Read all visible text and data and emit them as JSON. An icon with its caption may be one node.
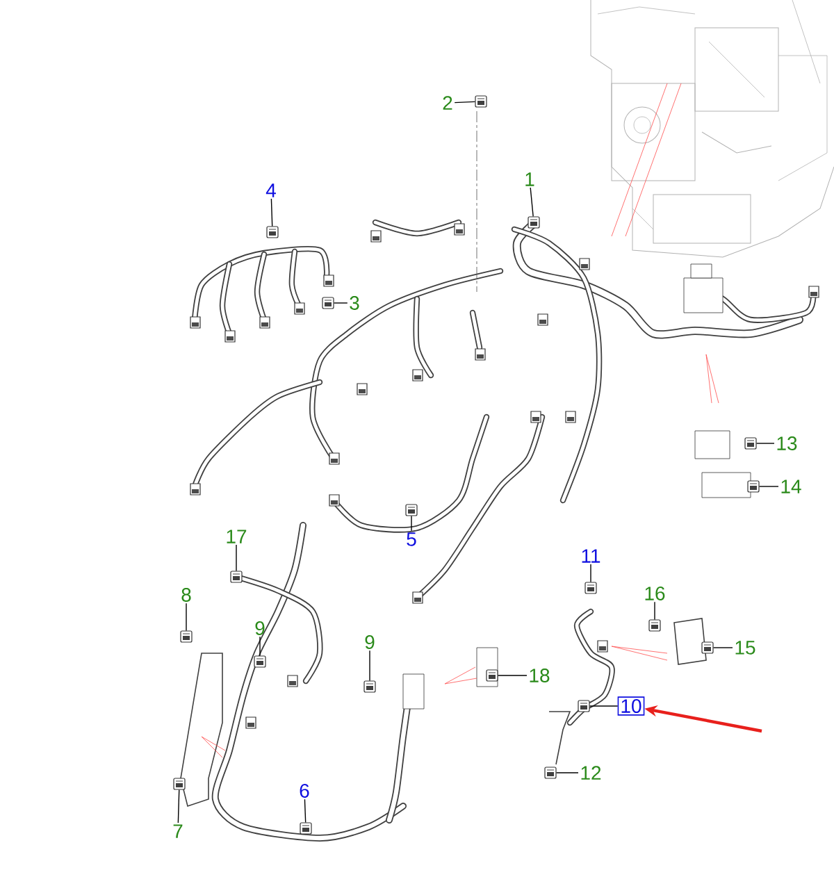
{
  "diagram": {
    "nodes": [
      {
        "text": [
          "2"
        ]
      },
      {
        "text": [
          "1"
        ]
      },
      {
        "text": [
          "4"
        ]
      },
      {
        "text": [
          "3"
        ]
      },
      {
        "text": [
          "13"
        ]
      },
      {
        "text": [
          "14"
        ]
      },
      {
        "text": [
          "17"
        ]
      },
      {
        "text": [
          "5"
        ]
      },
      {
        "text": [
          "11"
        ]
      },
      {
        "text": [
          "8"
        ]
      },
      {
        "text": [
          "16"
        ]
      },
      {
        "text": [
          "9"
        ]
      },
      {
        "text": [
          "9"
        ]
      },
      {
        "text": [
          "15"
        ]
      },
      {
        "text": [
          "18"
        ]
      },
      {
        "text": [
          "10"
        ]
      },
      {
        "text": [
          "12"
        ]
      },
      {
        "text": [
          "6"
        ]
      },
      {
        "text": [
          "7"
        ]
      },
      {
        "text": [],
        "shape": "picture"
      },
      {
        "text": [],
        "shape": "picture"
      },
      {
        "text": [],
        "shape": "picture"
      },
      {
        "text": [],
        "shape": "picture"
      },
      {
        "text": [],
        "shape": "picture"
      },
      {
        "text": [],
        "shape": "picture"
      },
      {
        "text": [],
        "shape": "picture"
      },
      {
        "text": [],
        "shape": "picture"
      },
      {
        "text": [],
        "shape": "picture"
      },
      {
        "text": [],
        "shape": "picture"
      },
      {
        "text": [],
        "shape": "picture"
      },
      {
        "text": [],
        "shape": "picture"
      },
      {
        "text": [],
        "shape": "picture"
      },
      {
        "text": [],
        "shape": "picture"
      },
      {
        "text": [],
        "shape": "picture"
      },
      {
        "text": [],
        "shape": "picture"
      },
      {
        "text": [],
        "shape": "picture"
      },
      {
        "text": [],
        "shape": "picture"
      },
      {
        "text": [],
        "shape": "picture"
      }
    ],
    "edges": [
      {
        "from": 0,
        "to": 19,
        "arrow": "none"
      },
      {
        "from": 1,
        "to": 20,
        "arrow": "none"
      },
      {
        "from": 2,
        "to": 21,
        "arrow": "none"
      },
      {
        "from": 3,
        "to": 22,
        "arrow": "none"
      },
      {
        "from": 4,
        "to": 23,
        "arrow": "none"
      },
      {
        "from": 5,
        "to": 24,
        "arrow": "none"
      },
      {
        "from": 6,
        "to": 25,
        "arrow": "none"
      },
      {
        "from": 7,
        "to": 26,
        "arrow": "none"
      },
      {
        "from": 8,
        "to": 27,
        "arrow": "none"
      },
      {
        "from": 9,
        "to": 28,
        "arrow": "none"
      },
      {
        "from": 10,
        "to": 29,
        "arrow": "none"
      },
      {
        "from": 11,
        "to": 30,
        "arrow": "none"
      },
      {
        "from": 12,
        "to": 31,
        "arrow": "none"
      },
      {
        "from": 13,
        "to": 32,
        "arrow": "none"
      },
      {
        "from": 14,
        "to": 33,
        "arrow": "none"
      },
      {
        "from": 15,
        "to": 34,
        "arrow": "none"
      },
      {
        "from": 16,
        "to": 35,
        "arrow": "none"
      },
      {
        "from": 17,
        "to": 36,
        "arrow": "none"
      },
      {
        "from": 18,
        "to": 37,
        "arrow": "none"
      },
      {
        "from": null,
        "to": 15,
        "arrow": "to",
        "style": "thick",
        "color": "#e8201c"
      }
    ]
  }
}
